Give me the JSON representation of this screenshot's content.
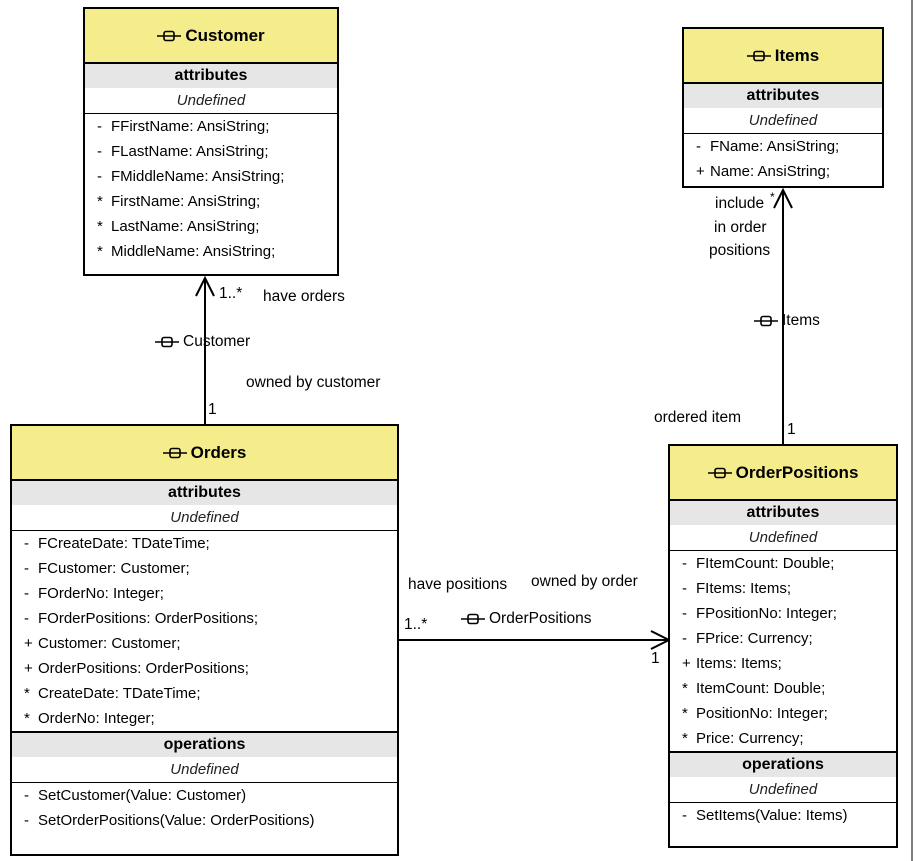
{
  "classes": {
    "customer": {
      "name": "Customer",
      "attributes_title": "attributes",
      "attributes_sub": "Undefined",
      "attributes": [
        {
          "vis": "-",
          "text": "FFirstName: AnsiString;"
        },
        {
          "vis": "-",
          "text": "FLastName: AnsiString;"
        },
        {
          "vis": "-",
          "text": "FMiddleName: AnsiString;"
        },
        {
          "vis": "*",
          "text": "FirstName: AnsiString;"
        },
        {
          "vis": "*",
          "text": "LastName: AnsiString;"
        },
        {
          "vis": "*",
          "text": "MiddleName: AnsiString;"
        }
      ]
    },
    "items": {
      "name": "Items",
      "attributes_title": "attributes",
      "attributes_sub": "Undefined",
      "attributes": [
        {
          "vis": "-",
          "text": "FName: AnsiString;"
        },
        {
          "vis": "+",
          "text": "Name: AnsiString;"
        }
      ]
    },
    "orders": {
      "name": "Orders",
      "attributes_title": "attributes",
      "attributes_sub": "Undefined",
      "attributes": [
        {
          "vis": "-",
          "text": "FCreateDate: TDateTime;"
        },
        {
          "vis": "-",
          "text": "FCustomer: Customer;"
        },
        {
          "vis": "-",
          "text": "FOrderNo: Integer;"
        },
        {
          "vis": "-",
          "text": "FOrderPositions: OrderPositions;"
        },
        {
          "vis": "+",
          "text": "Customer: Customer;"
        },
        {
          "vis": "+",
          "text": "OrderPositions: OrderPositions;"
        },
        {
          "vis": "*",
          "text": "CreateDate: TDateTime;"
        },
        {
          "vis": "*",
          "text": "OrderNo: Integer;"
        }
      ],
      "operations_title": "operations",
      "operations_sub": "Undefined",
      "operations": [
        {
          "vis": "-",
          "text": "SetCustomer(Value: Customer)"
        },
        {
          "vis": "-",
          "text": "SetOrderPositions(Value: OrderPositions)"
        }
      ]
    },
    "orderpositions": {
      "name": "OrderPositions",
      "attributes_title": "attributes",
      "attributes_sub": "Undefined",
      "attributes": [
        {
          "vis": "-",
          "text": "FItemCount: Double;"
        },
        {
          "vis": "-",
          "text": "FItems: Items;"
        },
        {
          "vis": "-",
          "text": "FPositionNo: Integer;"
        },
        {
          "vis": "-",
          "text": "FPrice: Currency;"
        },
        {
          "vis": "+",
          "text": "Items: Items;"
        },
        {
          "vis": "*",
          "text": "ItemCount: Double;"
        },
        {
          "vis": "*",
          "text": "PositionNo: Integer;"
        },
        {
          "vis": "*",
          "text": "Price: Currency;"
        }
      ],
      "operations_title": "operations",
      "operations_sub": "Undefined",
      "operations": [
        {
          "vis": "-",
          "text": "SetItems(Value: Items)"
        }
      ]
    }
  },
  "associations": {
    "orders_customer": {
      "mult_target": "1..*",
      "mult_source": "1",
      "name_target": "have orders",
      "name_source": "owned by customer",
      "role": "Customer"
    },
    "orderpositions_items": {
      "mult_source": "1",
      "name_target": "include in order positions",
      "name_target_lines": [
        "include",
        "in order",
        "positions"
      ],
      "mult_target": "*",
      "name_source": "ordered item",
      "role": "Items"
    },
    "orders_orderpositions": {
      "name_source": "have positions",
      "name_target": "owned by order",
      "mult_source": "1..*",
      "mult_target": "1",
      "role": "OrderPositions"
    }
  },
  "icon": "class-component-icon",
  "colors": {
    "header": "#f5ec8c",
    "section": "#e6e6e6"
  }
}
